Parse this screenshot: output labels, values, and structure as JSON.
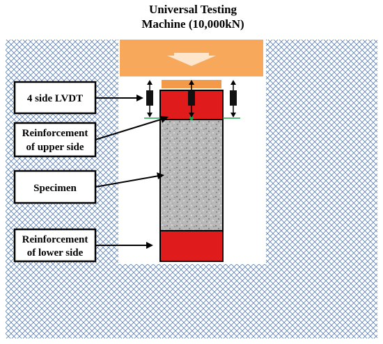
{
  "title": {
    "line1": "Universal Testing",
    "line2": "Machine (10,000kN)"
  },
  "labels": {
    "lvdt": "4 side LVDT",
    "upper_line1": "Reinforcement",
    "upper_line2": "of upper  side",
    "specimen": "Specimen",
    "lower_line1": "Reinforcement",
    "lower_line2": "of lower side"
  },
  "colors": {
    "machine_head": "#f8a85a",
    "platen": "#f29a4a",
    "arrow": "#fde6cc",
    "reinforcement": "#e01b1b",
    "hatch": "#5a7fb0",
    "lvdt_body": "#111111",
    "green_marker": "#1aa34a"
  }
}
